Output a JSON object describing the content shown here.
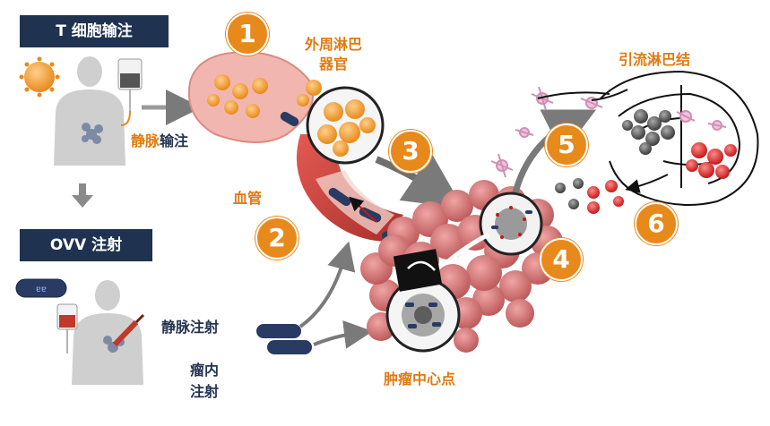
{
  "labels": {
    "t_cell_infusion": "T 细胞输注",
    "ovv_injection": "OVV 注射",
    "iv_infusion_a": "静脉",
    "iv_infusion_b": "输注",
    "peripheral_lymphoid_line1": "外周淋巴",
    "peripheral_lymphoid_line2": "器官",
    "blood_vessel": "血管",
    "draining_lymph_node": "引流淋巴结",
    "iv_injection": "静脉注射",
    "intratumoral_line1": "瘤内",
    "intratumoral_line2": "注射",
    "tumor_center": "肿瘤中心点"
  },
  "steps": [
    "1",
    "2",
    "3",
    "4",
    "5",
    "6"
  ],
  "colors": {
    "navy": "#1f3350",
    "orange": "#e8891b",
    "vessel_red": "#c8413b",
    "tumor_pink": "#d9787a",
    "gray_arrow": "#7a7a7a"
  }
}
